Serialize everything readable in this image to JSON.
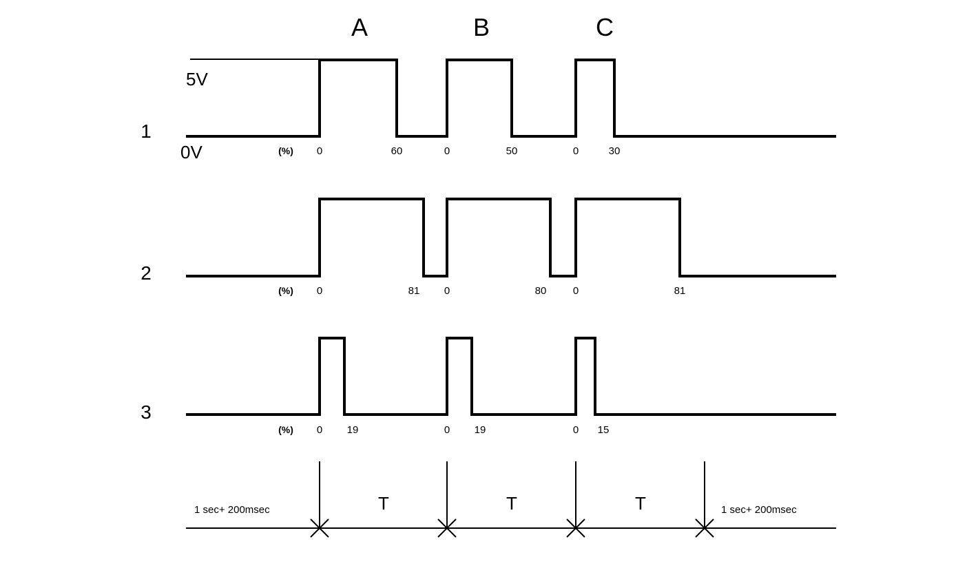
{
  "sections": [
    "A",
    "B",
    "C"
  ],
  "voltage": {
    "high": "5V",
    "low": "0V"
  },
  "percent_unit": "(%)",
  "period_label": "T",
  "edge_duration": "1 sec+ 200msec",
  "signals": [
    {
      "row": "1",
      "duty_percent": [
        60,
        50,
        30
      ],
      "labels": [
        "0",
        "60",
        "0",
        "50",
        "0",
        "30"
      ]
    },
    {
      "row": "2",
      "duty_percent": [
        81,
        80,
        81
      ],
      "labels": [
        "0",
        "81",
        "0",
        "80",
        "0",
        "81"
      ]
    },
    {
      "row": "3",
      "duty_percent": [
        19,
        19,
        15
      ],
      "labels": [
        "0",
        "19",
        "0",
        "19",
        "0",
        "15"
      ]
    }
  ]
}
